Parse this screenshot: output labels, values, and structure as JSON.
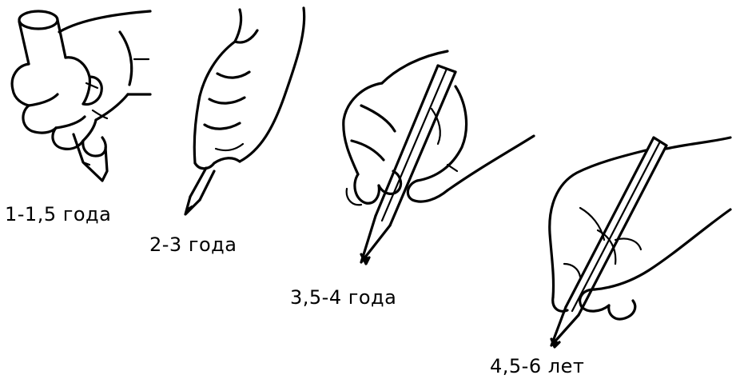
{
  "stages": [
    {
      "label": "1-1,5 года",
      "grip": "fist-grip-hand"
    },
    {
      "label": "2-3 года",
      "grip": "pronated-grip-hand"
    },
    {
      "label": "3,5-4 года",
      "grip": "four-finger-grip-hand"
    },
    {
      "label": "4,5-6 лет",
      "grip": "tripod-grip-hand"
    }
  ]
}
